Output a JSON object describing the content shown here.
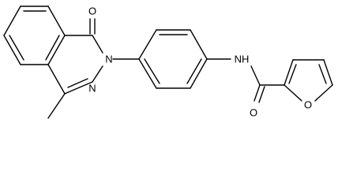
{
  "molecule": {
    "atoms": {
      "carbonyl_o1": "O",
      "n2": "N",
      "n3": "N",
      "amide_nh": "NH",
      "amide_o": "O",
      "furan_o": "O"
    },
    "colors": {
      "bond": "#000000",
      "label": "#000000",
      "background": "#ffffff"
    }
  }
}
